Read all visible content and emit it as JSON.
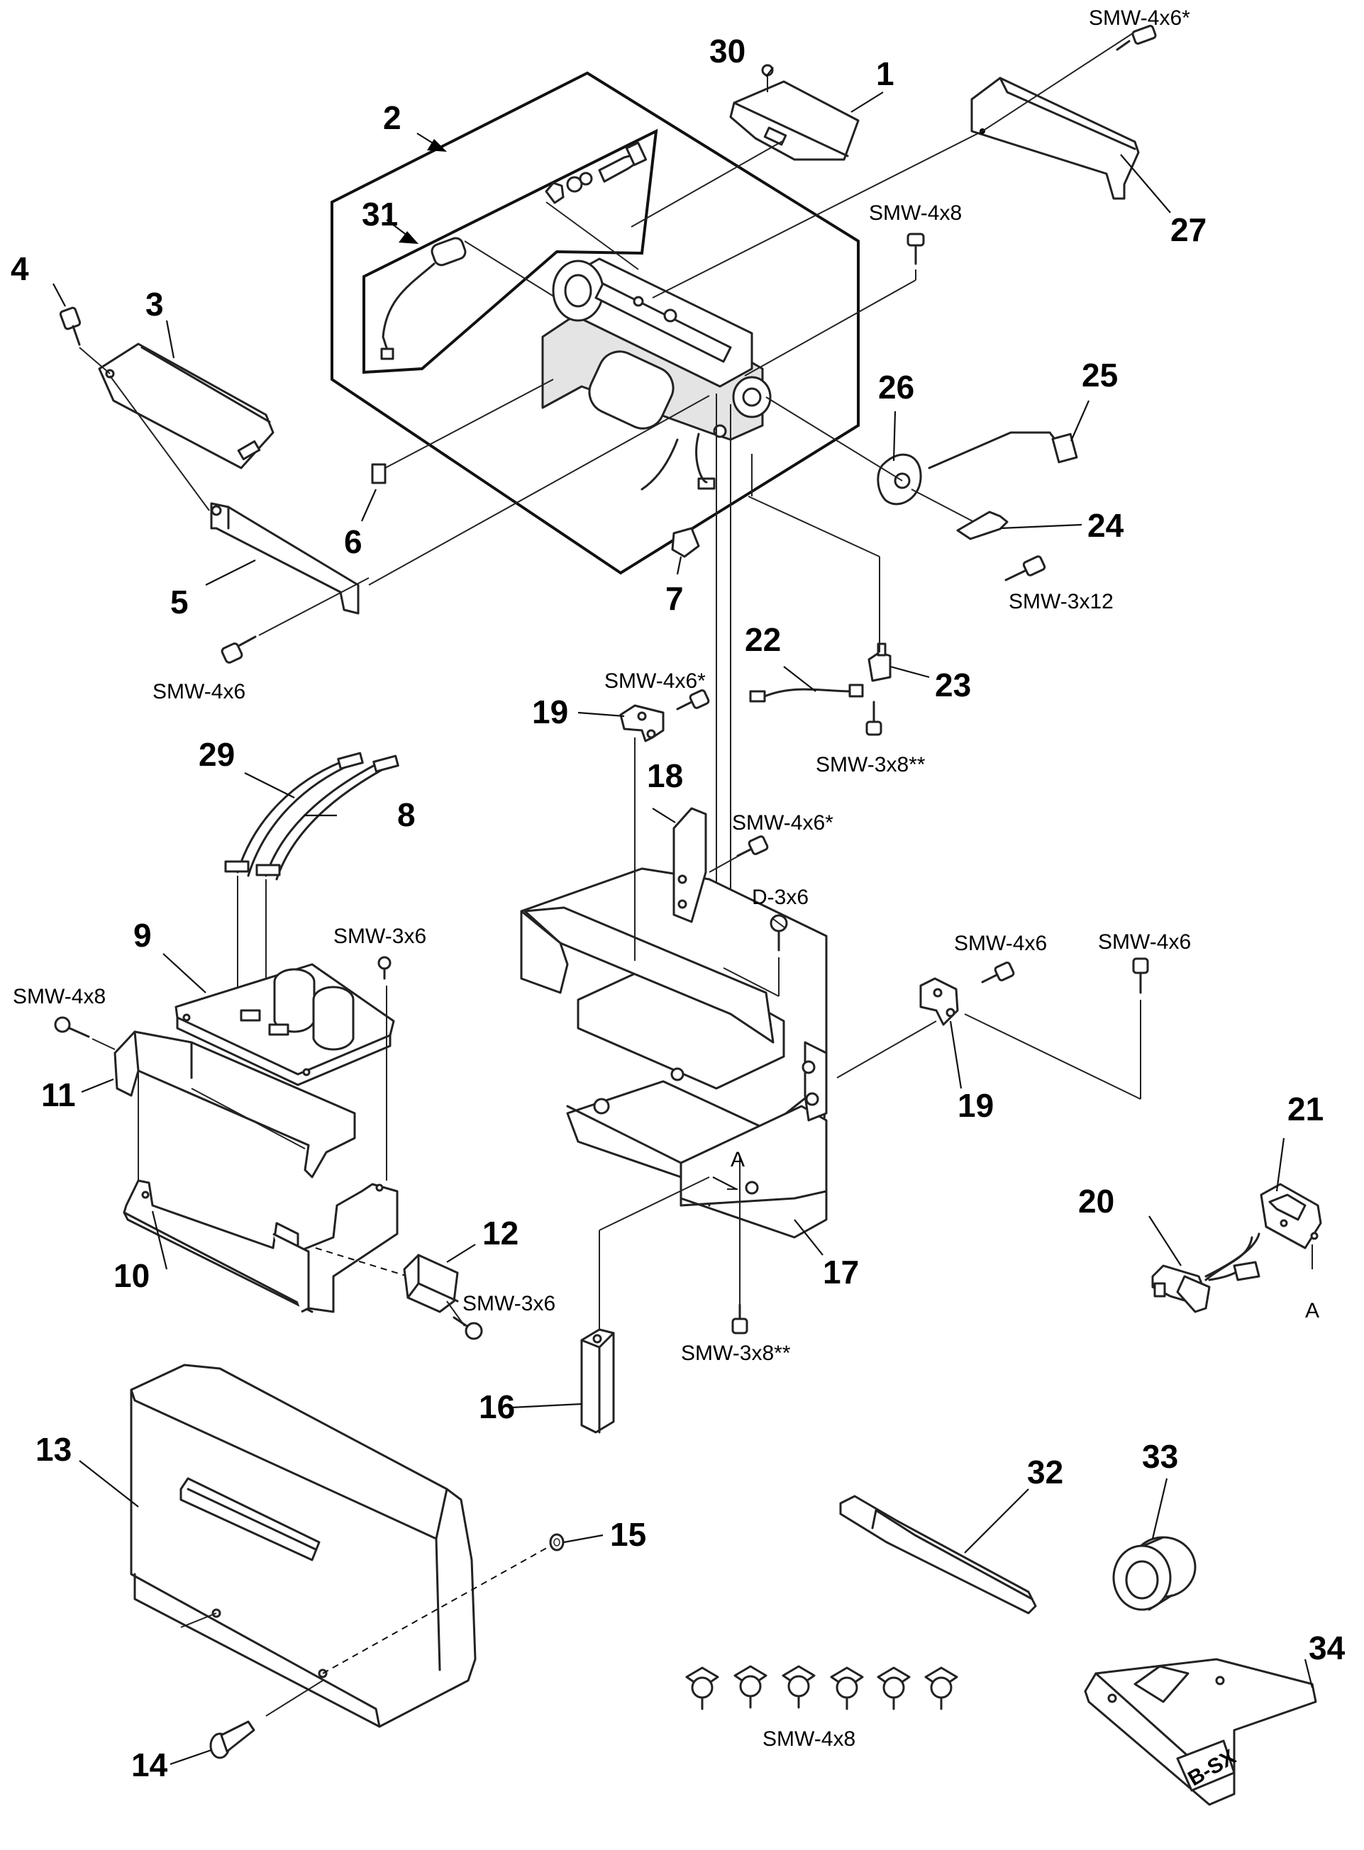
{
  "callouts": {
    "c1": "1",
    "c2": "2",
    "c3": "3",
    "c4": "4",
    "c5": "5",
    "c6": "6",
    "c7": "7",
    "c8": "8",
    "c9": "9",
    "c10": "10",
    "c11": "11",
    "c12": "12",
    "c13": "13",
    "c14": "14",
    "c15": "15",
    "c16": "16",
    "c17": "17",
    "c18": "18",
    "c19a": "19",
    "c19b": "19",
    "c20": "20",
    "c21": "21",
    "c22": "22",
    "c23": "23",
    "c24": "24",
    "c25": "25",
    "c26": "26",
    "c27": "27",
    "c29": "29",
    "c30": "30",
    "c31": "31",
    "c32": "32",
    "c33": "33",
    "c34": "34"
  },
  "screws": {
    "s_top_right": "SMW-4x6*",
    "s_head_upper": "SMW-4x8",
    "s_left_bracket": "SMW-4x6",
    "s_disk": "SMW-3x12",
    "s_bracket19": "SMW-4x6*",
    "s_sensor23": "SMW-3x8**",
    "s_bracket18": "SMW-4x6*",
    "s_frame_d": "D-3x6",
    "s_right19": "SMW-4x6",
    "s_right_far": "SMW-4x6",
    "s_board9": "SMW-3x6",
    "s_frame11": "SMW-4x8",
    "s_bracket12": "SMW-3x6",
    "s_base17": "SMW-3x8**",
    "s_loose": "SMW-4x8"
  },
  "refs": {
    "a_frame": "A",
    "a_switch": "A"
  },
  "stamp_34": "B-SX"
}
